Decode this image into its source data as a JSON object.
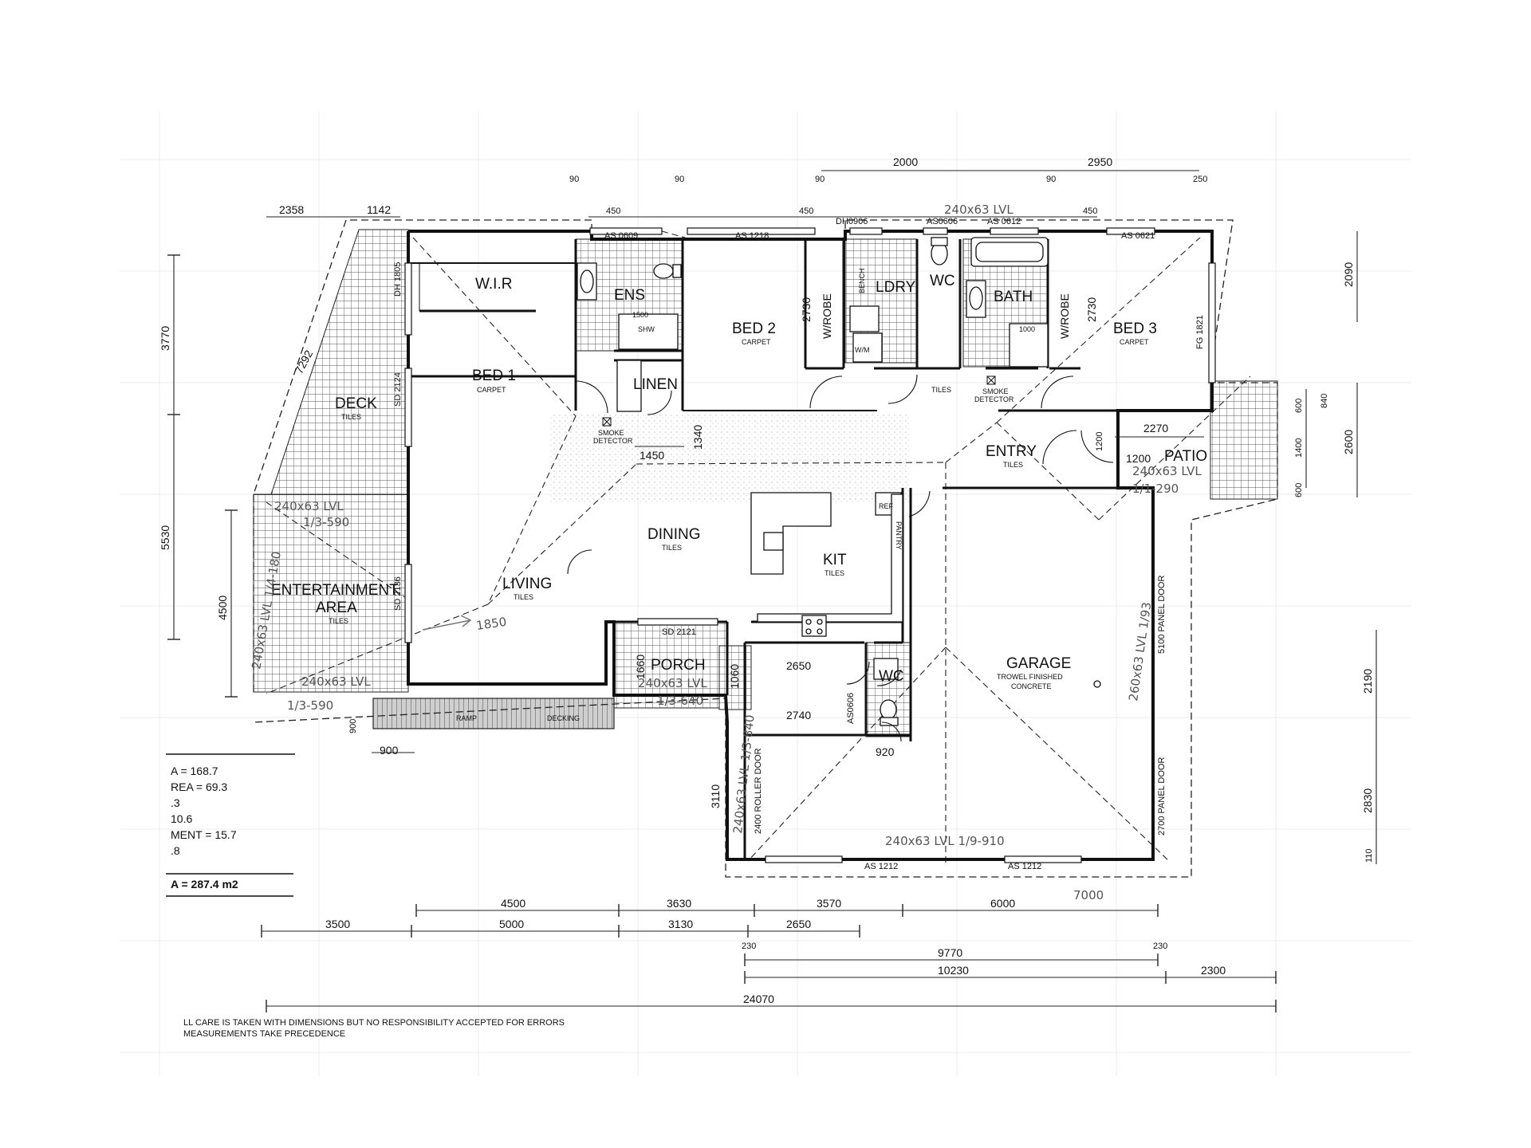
{
  "rooms": {
    "wir": "W.I.R",
    "ens": "ENS",
    "ens_shower": "1500",
    "ens_shower_sub": "SHW",
    "bed1": "BED 1",
    "bed1_floor": "CARPET",
    "linen": "LINEN",
    "bed2": "BED 2",
    "bed2_floor": "CARPET",
    "robe_bed2": "W/ROBE",
    "bench": "BENCH",
    "wm": "W/M",
    "ldry": "LDRY",
    "wc_upper": "WC",
    "bath": "BATH",
    "bath_shower": "1000",
    "robe_bed3": "W/ROBE",
    "bed3": "BED 3",
    "bed3_floor": "CARPET",
    "hall_floor": "TILES",
    "deck": "DECK",
    "deck_floor": "TILES",
    "entry": "ENTRY",
    "entry_floor": "TILES",
    "patio": "PATIO",
    "dining": "DINING",
    "dining_floor": "TILES",
    "living": "LIVING",
    "living_floor": "TILES",
    "kit": "KIT",
    "kit_floor": "TILES",
    "ref": "REF",
    "pantry": "PANTRY",
    "entertainment_1": "ENTERTAINMENT",
    "entertainment_2": "AREA",
    "entertainment_floor": "TILES",
    "porch": "PORCH",
    "wc_lower": "WC",
    "garage": "GARAGE",
    "garage_floor_1": "TROWEL FINISHED",
    "garage_floor_2": "CONCRETE",
    "ramp": "RAMP",
    "decking": "DECKING",
    "smoke_1": "SMOKE",
    "smoke_2": "DETECTOR"
  },
  "windows": {
    "as0609": "AS 0609",
    "as1218": "AS 1218",
    "dh0906": "DH0906",
    "as0606_top": "AS0606",
    "as0612": "AS 0612",
    "as0621": "AS 0621",
    "dh1805": "DH 1805",
    "sd2124": "SD 2124",
    "sd2136": "SD 2136",
    "fg1821": "FG 1821",
    "sd2121": "SD 2121",
    "as0606_low": "AS0606",
    "roller_door": "2400 ROLLER DOOR",
    "panel_door_5100": "5100 PANEL DOOR",
    "panel_door_2700": "2700 PANEL DOOR",
    "as1212_a": "AS 1212",
    "as1212_b": "AS 1212"
  },
  "dimensions": {
    "top_2000": "2000",
    "top_2950": "2950",
    "top_250": "250",
    "top_90": "90",
    "d2358": "2358",
    "d1142": "1142",
    "d450": "450",
    "d7292": "7292",
    "d3770": "3770",
    "d5530": "5530",
    "d4500": "4500",
    "d2090": "2090",
    "d2600": "2600",
    "d600": "600",
    "d1400": "1400",
    "d840": "840",
    "d2730": "2730",
    "d1340": "1340",
    "d1450": "1450",
    "d2270": "2270",
    "d1200": "1200",
    "d1660": "1660",
    "d1060": "1060",
    "d2650": "2650",
    "d2740": "2740",
    "d3110": "3110",
    "d920": "920",
    "d900": "900",
    "d2190": "2190",
    "d2830": "2830",
    "d110": "110",
    "b4500": "4500",
    "b3630": "3630",
    "b3570": "3570",
    "b6000": "6000",
    "b3500": "3500",
    "b5000": "5000",
    "b3130": "3130",
    "b2650": "2650",
    "b9770": "9770",
    "b230": "230",
    "b10230": "10230",
    "b2300": "2300",
    "b24070": "24070"
  },
  "beams": {
    "top": "240x63 LVL",
    "ent_top": "240x63 LVL",
    "ent_top_span": "1/3-590",
    "ent_side": "240x63 LVL 1/4-180",
    "ent_bottom": "240x63 LVL",
    "ent_bottom_span": "1/3-590",
    "porch": "240x63 LVL",
    "porch_span": "1/3-640",
    "patio": "240x63 LVL",
    "patio_span": "1/1-290",
    "garage_side": "260x63 LVL 1/93",
    "garage_left": "240x63 LVL 1/3-840",
    "garage_bottom": "240x63 LVL 1/9-910",
    "living_note": "1850",
    "hand_7000": "7000"
  },
  "areas": {
    "line1": "A = 168.7",
    "line2": "REA = 69.3",
    "line3": ".3",
    "line4": "10.6",
    "line5": "MENT = 15.7",
    "line6": ".8",
    "total": "A = 287.4 m2"
  },
  "disclaimer": {
    "line1": "LL CARE IS TAKEN WITH DIMENSIONS BUT NO RESPONSIBILITY ACCEPTED FOR ERRORS",
    "line2": "MEASUREMENTS TAKE PRECEDENCE"
  }
}
